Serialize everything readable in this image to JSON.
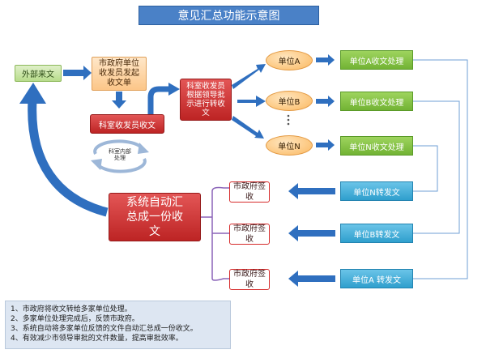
{
  "title": "意见汇总功能示意图",
  "external_doc": "外部来文",
  "gov_dispatch": [
    "市政府单位",
    "收发员发起",
    "收文单"
  ],
  "clerk_receive": "科室收发员收文",
  "internal_label": [
    "科室内部",
    "处理"
  ],
  "clerk_forward": [
    "科室收发员",
    "根据领导批",
    "示进行转收",
    "文"
  ],
  "units": [
    "单位A",
    "单位B",
    "单位N"
  ],
  "unit_process": [
    "单位A收文处理",
    "单位B收文处理",
    "单位N收文处理"
  ],
  "unit_forward": [
    "单位N转发文",
    "单位B转发文",
    "单位A 转发文"
  ],
  "gov_sign": [
    "市政府签",
    "收"
  ],
  "auto_summary": [
    "系统自动汇",
    "总成一份收",
    "文"
  ],
  "notes": [
    "1、市政府将收文转给多家单位处理。",
    "2、多家单位处理完成后，反馈市政府。",
    "3、系统自动将多家单位反馈的文件自动汇总成一份收文。",
    "4、有效减少市领导审批的文件数量，提高审批效率。"
  ],
  "colors": {
    "title_bg": "#4a81c7",
    "arrow_blue": "#2f6fbf",
    "line_blue": "#6f9fd6",
    "red": "#c62b2b",
    "purple": "#7a4fa8"
  }
}
